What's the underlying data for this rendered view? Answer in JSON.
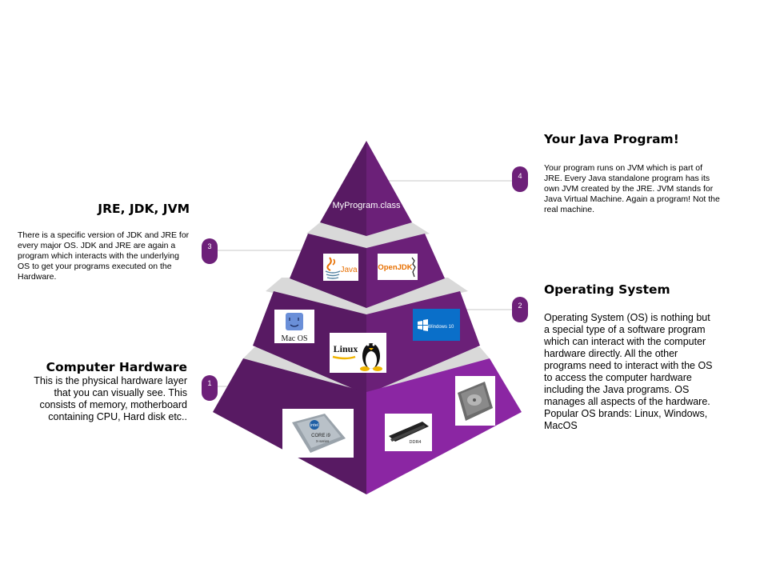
{
  "colors": {
    "tier_dark": "#581a63",
    "tier_mid": "#6b2078",
    "tier_light": "#8b26a3",
    "badge": "#6d2079",
    "connector": "#c8c8c8",
    "separator": "#d9d9d9"
  },
  "pyramid": {
    "top_label": "MyProgram.class",
    "badges": [
      "1",
      "2",
      "3",
      "4"
    ],
    "logos": {
      "java": "Java",
      "openjdk": "OpenJDK",
      "macos": "Mac OS",
      "linux": "Linux",
      "windows": "Windows 10",
      "cpu": {
        "brand": "intel",
        "line1": "CORE i9",
        "line2": "X-series"
      },
      "ram": "DDR4",
      "hdd": "hard-disk-icon"
    }
  },
  "sections": {
    "java_program": {
      "title": "Your Java Program!",
      "desc": "Your program runs on JVM which is part of JRE. Every Java standalone program has its own JVM created by the JRE. JVM stands for Java Virtual Machine. Again a program! Not the real machine."
    },
    "jre": {
      "title": "JRE, JDK, JVM",
      "desc": "There is a specific version of JDK and JRE for every major OS. JDK and JRE are again a program which interacts with the underlying OS to get your programs executed on the Hardware."
    },
    "os": {
      "title": "Operating System",
      "desc": "Operating System (OS) is nothing but a special type of a software program which can interact with the computer hardware directly.  All the other programs need to interact with the OS to access the computer hardware including the Java programs. OS manages all aspects of the hardware. Popular OS brands: Linux, Windows, MacOS"
    },
    "hardware": {
      "title": "Computer Hardware",
      "desc": "This is the physical hardware layer that you can visually see. This consists of memory, motherboard containing CPU, Hard disk etc.."
    }
  }
}
